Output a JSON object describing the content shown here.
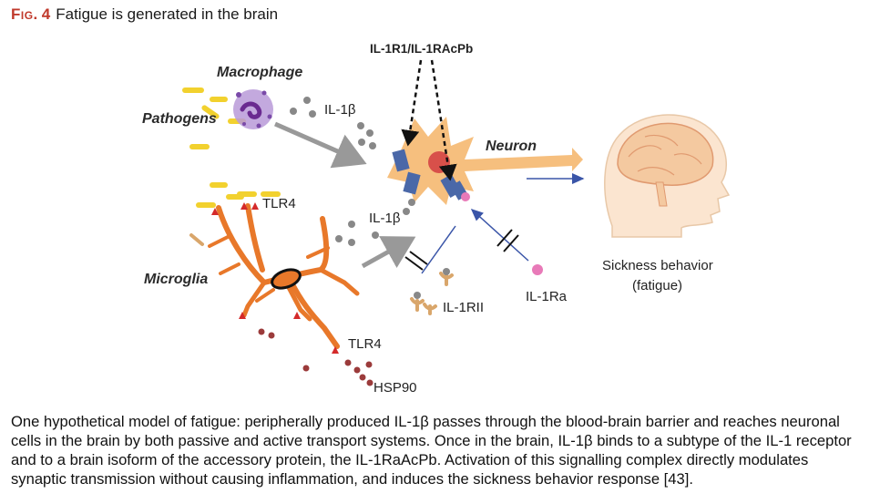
{
  "title": {
    "label": "Fig.",
    "number": "4",
    "text": "Fatigue is generated in the brain"
  },
  "diagram": {
    "labels": {
      "macrophage": "Macrophage",
      "pathogens": "Pathogens",
      "microglia": "Microglia",
      "neuron": "Neuron",
      "receptor": "IL-1R1/IL-1RAcPb",
      "il1b_top": "IL-1β",
      "il1b_mid": "IL-1β",
      "tlr4_top": "TLR4",
      "tlr4_bottom": "TLR4",
      "hsp90": "HSP90",
      "il1rii": "IL-1RII",
      "il1ra": "IL-1Ra",
      "sickness_line1": "Sickness behavior",
      "sickness_line2": "(fatigue)"
    },
    "colors": {
      "microglia": "#e8782a",
      "neuron": "#f5b870",
      "receptor": "#4a68a8",
      "red": "#d42a2a",
      "pathogen": "#f2d12e",
      "grey_dot": "#888888",
      "dark_dot": "#9b3b3b",
      "pink": "#e87ab8",
      "arrow_grey": "#999999",
      "arrow_blue": "#3a55a8"
    }
  },
  "caption": "One hypothetical model of fatigue: peripherally produced IL-1β passes through the blood-brain barrier and reaches neuronal cells in the brain by both passive and active transport systems. Once in the brain, IL-1β binds to a subtype of the IL-1 receptor and to a brain isoform of the accessory protein, the IL-1RaAcPb. Activation of this signalling complex directly modulates synaptic transmission without causing inflammation, and induces the sickness behavior response [43]."
}
